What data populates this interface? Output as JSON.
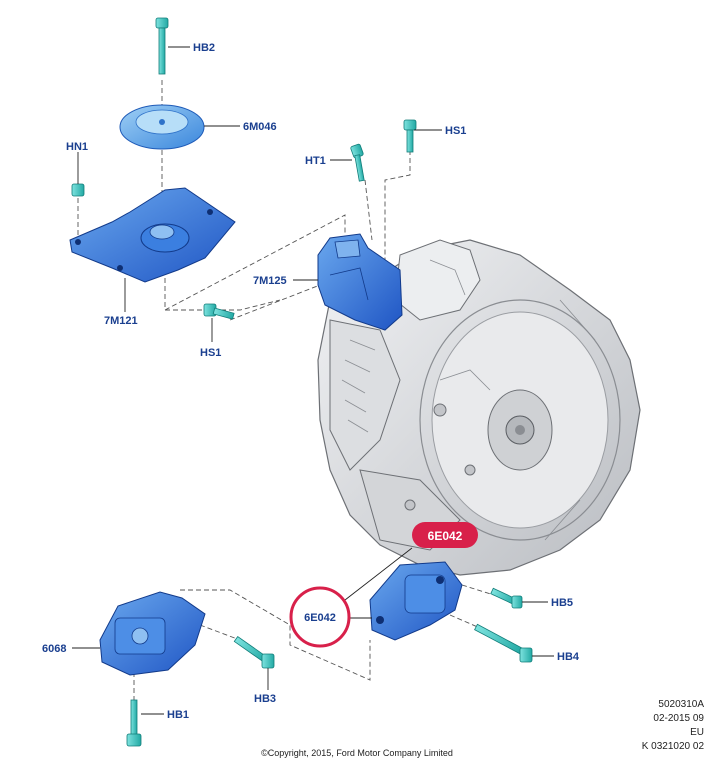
{
  "callouts": {
    "hb2": "HB2",
    "m6046": "6M046",
    "hn1": "HN1",
    "ht1": "HT1",
    "hs1_top": "HS1",
    "m7125": "7M125",
    "m7121": "7M121",
    "hs1_mid": "HS1",
    "hb5": "HB5",
    "hb4": "HB4",
    "e6042_ring": "6E042",
    "e6042_badge": "6E042",
    "p6068": "6068",
    "hb3": "HB3",
    "hb1": "HB1"
  },
  "reference": {
    "line1": "5020310A",
    "line2": "02-2015 09",
    "line3": "EU",
    "line4": "K 0321020 02"
  },
  "copyright": "©Copyright, 2015, Ford Motor Company Limited",
  "colors": {
    "bolt": "#3ec9c4",
    "part_blue": "#2a67d6",
    "part_blue_light": "#5b9de6",
    "callout_text": "#1a3f8f",
    "highlight_red": "#d8204a",
    "housing_gray": "#d9dbde"
  }
}
